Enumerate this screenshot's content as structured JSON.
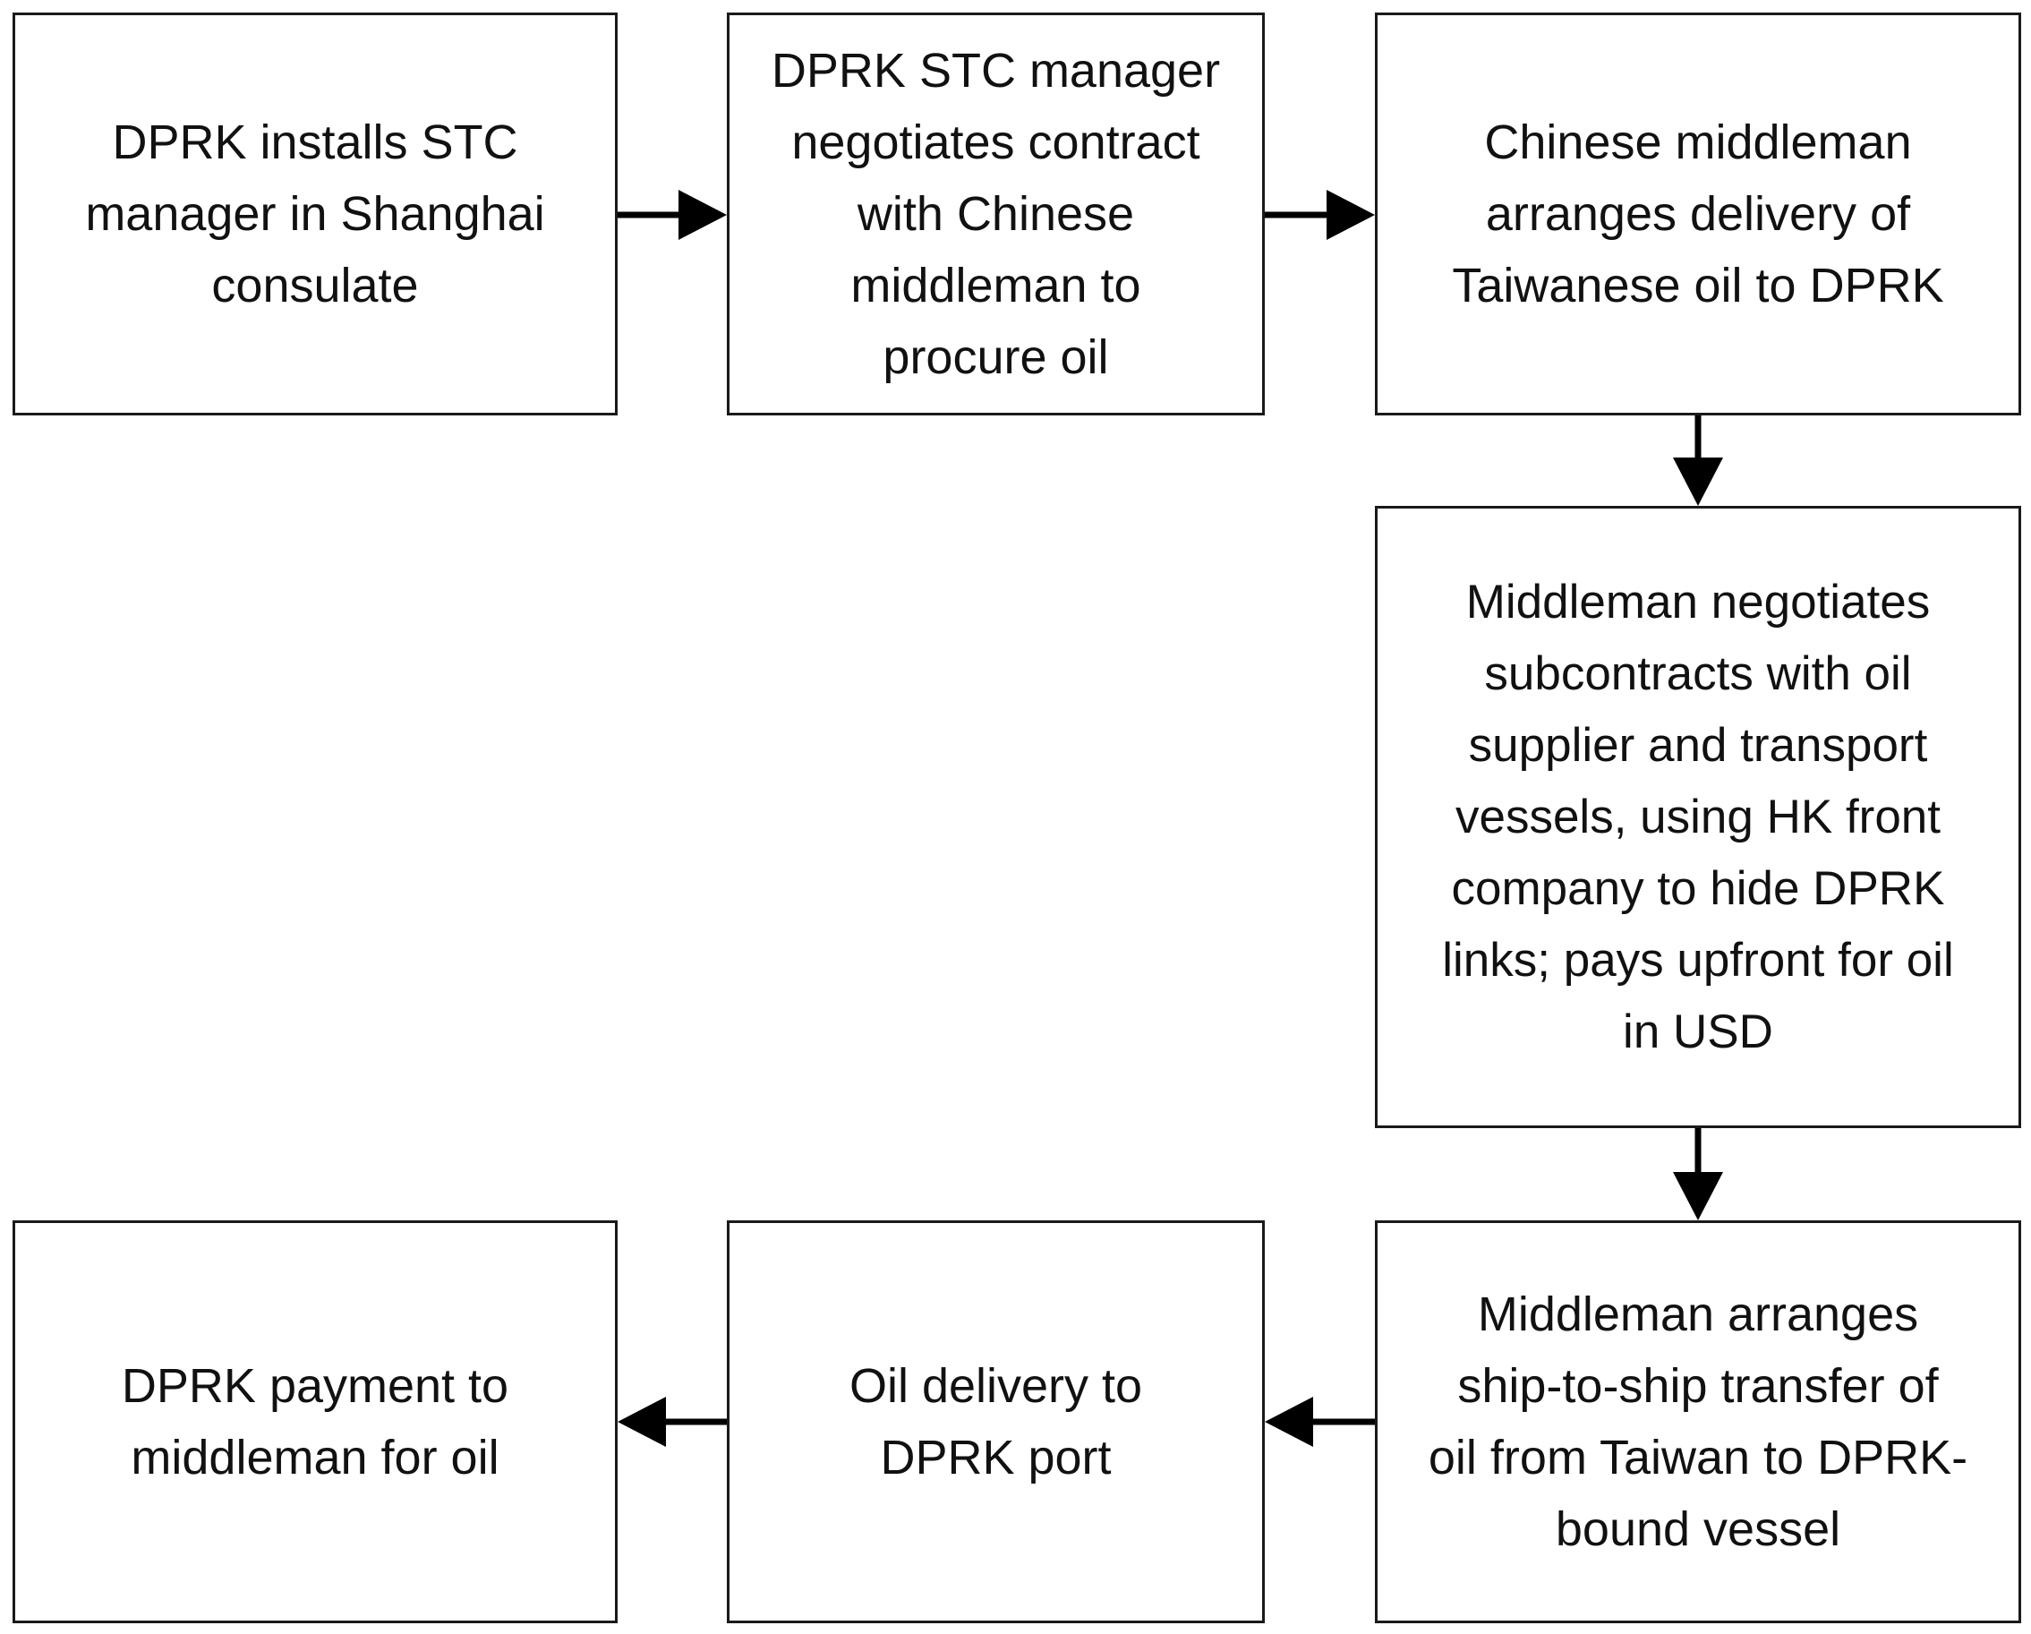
{
  "boxes": {
    "step1": "DPRK installs STC\nmanager in Shanghai\nconsulate",
    "step2": "DPRK STC manager\nnegotiates contract\nwith Chinese\nmiddleman to\nprocure oil",
    "step3": "Chinese middleman\narranges delivery of\nTaiwanese oil to DPRK",
    "step4": "Middleman negotiates\nsubcontracts with oil\nsupplier and transport\nvessels, using HK front\ncompany to hide DPRK\nlinks; pays upfront for oil\nin USD",
    "step5": "Middleman arranges\nship-to-ship transfer of\noil from Taiwan to DPRK-\nbound vessel",
    "step6": "Oil delivery to\nDPRK port",
    "step7": "DPRK payment to\nmiddleman for oil"
  },
  "colors": {
    "line": "#000000",
    "border": "#1a1a1a",
    "text": "#111111",
    "background": "#ffffff"
  }
}
